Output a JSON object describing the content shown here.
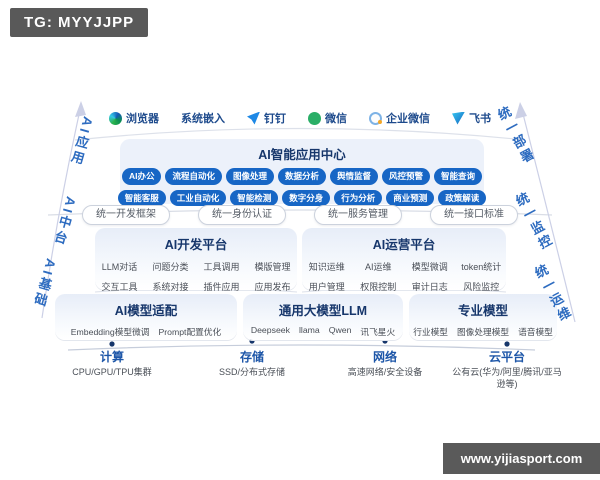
{
  "badges": {
    "tg": "TG: MYYJJPP",
    "watermark": "www.yijiasport.com"
  },
  "channels": [
    {
      "label": "浏览器",
      "icon": "edge-browser-icon"
    },
    {
      "label": "系统嵌入",
      "icon": ""
    },
    {
      "label": "钉钉",
      "icon": "dingtalk-icon"
    },
    {
      "label": "微信",
      "icon": "wechat-icon"
    },
    {
      "label": "企业微信",
      "icon": "wecom-icon"
    },
    {
      "label": "飞书",
      "icon": "feishu-icon"
    }
  ],
  "app_center": {
    "title": "AI智能应用中心",
    "row1": [
      "AI办公",
      "流程自动化",
      "图像处理",
      "数据分析",
      "舆情监督",
      "风控预警",
      "智能查询"
    ],
    "row2": [
      "智能客服",
      "工业自动化",
      "智能检测",
      "数字分身",
      "行为分析",
      "商业预测",
      "政策解读"
    ]
  },
  "unified_band": {
    "items": [
      "统一开发框架",
      "统一身份认证",
      "统一服务管理",
      "统一接口标准"
    ]
  },
  "platforms": [
    {
      "title": "AI开发平台",
      "items": [
        "LLM对话",
        "问题分类",
        "工具调用",
        "模版管理",
        "交互工具",
        "系统对接",
        "插件应用",
        "应用发布"
      ]
    },
    {
      "title": "AI运营平台",
      "items": [
        "知识运维",
        "AI运维",
        "模型微调",
        "token统计",
        "用户管理",
        "权限控制",
        "审计日志",
        "风险监控"
      ]
    }
  ],
  "model_layer": [
    {
      "title": "AI模型适配",
      "items": [
        "Embedding模型微调",
        "Prompt配置优化"
      ]
    },
    {
      "title": "通用大模型LLM",
      "items": [
        "Deepseek",
        "llama",
        "Qwen",
        "讯飞星火"
      ]
    },
    {
      "title": "专业模型",
      "items": [
        "行业模型",
        "图像处理模型",
        "语音模型"
      ]
    }
  ],
  "infrastructure": [
    {
      "title": "计算",
      "desc": "CPU/GPU/TPU集群"
    },
    {
      "title": "存储",
      "desc": "SSD/分布式存储"
    },
    {
      "title": "网络",
      "desc": "高速网络/安全设备"
    },
    {
      "title": "云平台",
      "desc": "公有云(华为/阿里/腾讯/亚马逊等)"
    }
  ],
  "sides": {
    "left": [
      "AI应用",
      "AI中台",
      "AI基础"
    ],
    "right": [
      "统一部署",
      "统一监控",
      "统一运维"
    ]
  },
  "colors": {
    "pill_blue": "#1766c5",
    "title_navy": "#16366b",
    "side_label_blue": "#2e6cc0",
    "infra_title_blue": "#1d56a8",
    "badge_gray": "#595959"
  }
}
